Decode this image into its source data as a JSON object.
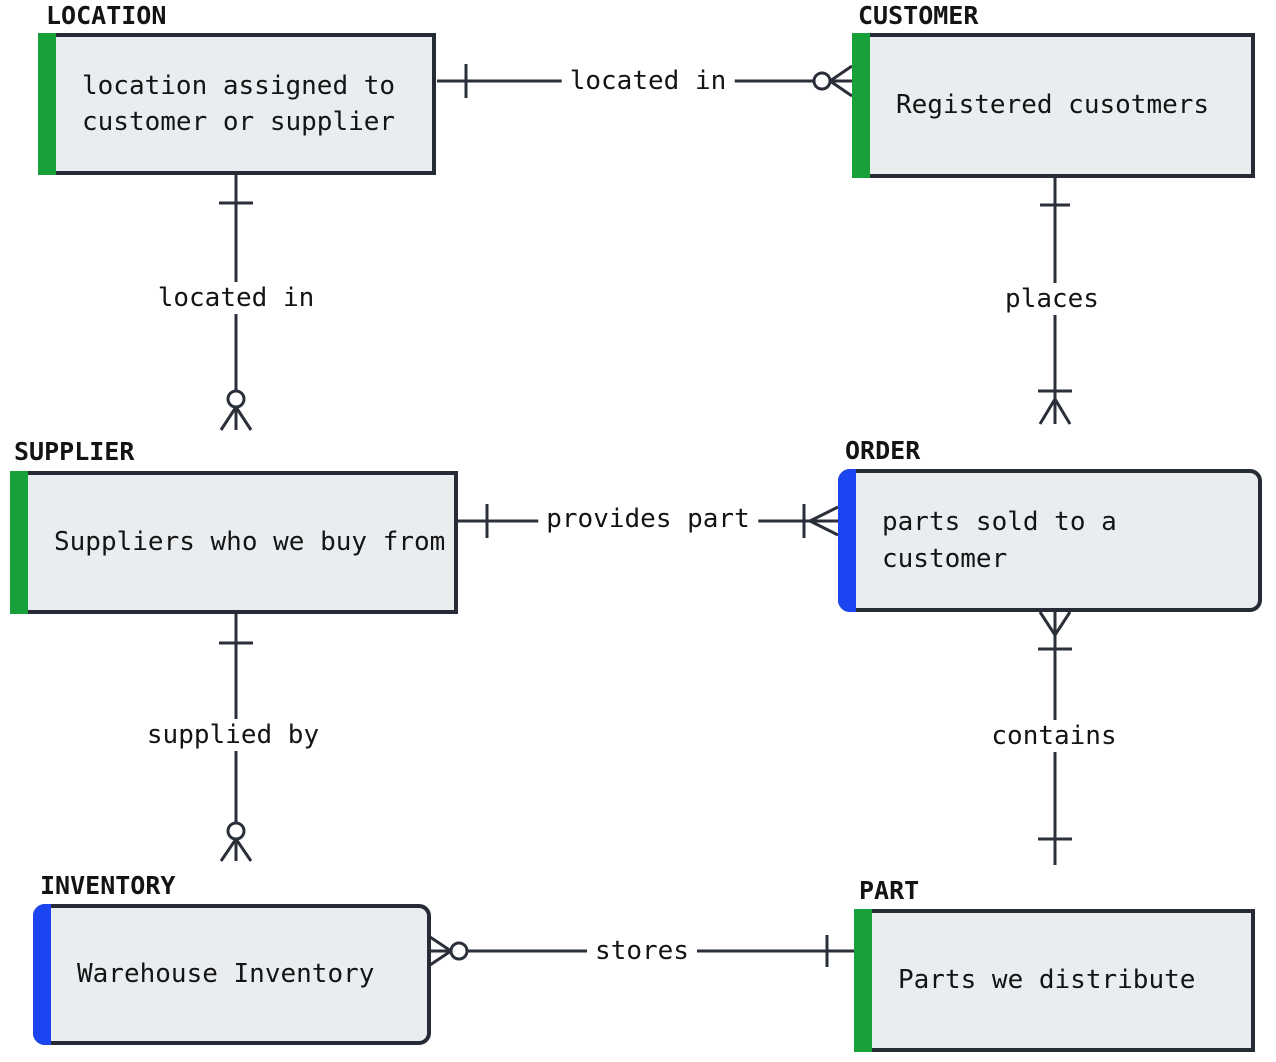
{
  "diagram": {
    "type": "entity-relationship",
    "notation": "crow-foot",
    "colors": {
      "entity_fill": "#e9edef",
      "entity_border": "#262b36",
      "accent_green": "#18a13a",
      "accent_blue": "#1b45f0",
      "connector": "#2a2f3a",
      "text": "#141414",
      "background": "#ffffff"
    },
    "entities": [
      {
        "name": "LOCATION",
        "description": "location assigned to customer or supplier",
        "accent": "green",
        "shape": "square"
      },
      {
        "name": "CUSTOMER",
        "description": "Registered cusotmers",
        "accent": "green",
        "shape": "square"
      },
      {
        "name": "SUPPLIER",
        "description": "Suppliers who we buy from",
        "accent": "green",
        "shape": "square"
      },
      {
        "name": "ORDER",
        "description": "parts sold to a customer",
        "accent": "blue",
        "shape": "rounded"
      },
      {
        "name": "INVENTORY",
        "description": "Warehouse Inventory",
        "accent": "blue",
        "shape": "rounded"
      },
      {
        "name": "PART",
        "description": "Parts we distribute",
        "accent": "green",
        "shape": "square"
      }
    ],
    "relationships": [
      {
        "label": "located in",
        "from": "LOCATION",
        "to": "CUSTOMER",
        "from_cardinality": "exactly-one",
        "to_cardinality": "zero-or-many"
      },
      {
        "label": "located in",
        "from": "LOCATION",
        "to": "SUPPLIER",
        "from_cardinality": "exactly-one",
        "to_cardinality": "zero-or-many"
      },
      {
        "label": "places",
        "from": "CUSTOMER",
        "to": "ORDER",
        "from_cardinality": "exactly-one",
        "to_cardinality": "one-or-many"
      },
      {
        "label": "provides part",
        "from": "SUPPLIER",
        "to": "ORDER",
        "from_cardinality": "exactly-one",
        "to_cardinality": "one-or-many"
      },
      {
        "label": "contains",
        "from": "ORDER",
        "to": "PART",
        "from_cardinality": "one-or-many",
        "to_cardinality": "exactly-one"
      },
      {
        "label": "supplied by",
        "from": "SUPPLIER",
        "to": "INVENTORY",
        "from_cardinality": "exactly-one",
        "to_cardinality": "zero-or-many"
      },
      {
        "label": "stores",
        "from": "INVENTORY",
        "to": "PART",
        "from_cardinality": "zero-or-many",
        "to_cardinality": "exactly-one"
      }
    ]
  }
}
